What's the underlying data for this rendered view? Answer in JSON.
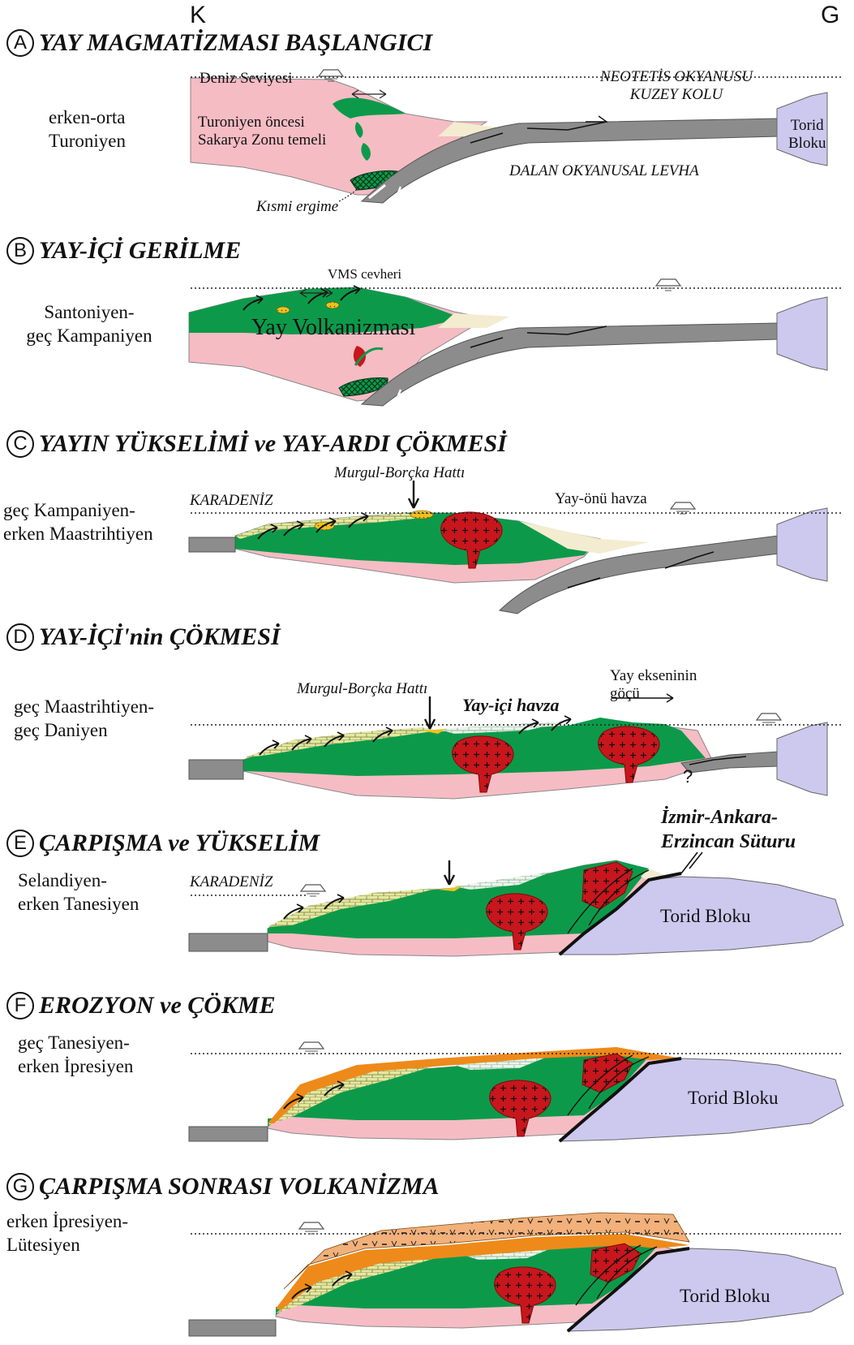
{
  "orientation": {
    "left": "K",
    "right": "G"
  },
  "colors": {
    "arc_volcanics": "#0c9a4a",
    "basement": "#f5bcc4",
    "oceanic_plate": "#8c8c8c",
    "torid_block": "#cdc8ee",
    "granitoid": "#c8161d",
    "carbonate": "#e2e8a0",
    "erosion_cover": "#ee8a1a",
    "post_collision_volcanics": "#f2b07a",
    "vms_ore": "#f0c020",
    "forearc_sediment": "#f3ecd0",
    "platform_carbonate": "#e6f5e6"
  },
  "icons": [
    "sea-level-triangle-icon",
    "double-arrow-icon",
    "fault-arrow-icon",
    "subduction-arrow-icon"
  ],
  "panels": [
    {
      "letter": "A",
      "title": "YAY MAGMATİZMASI BAŞLANGICI",
      "age": [
        "erken-orta",
        "Turoniyen"
      ],
      "labels": {
        "sea_level": "Deniz Seviyesi",
        "basement": [
          "Turoniyen öncesi",
          "Sakarya Zonu temeli"
        ],
        "ocean": [
          "NEOTETİS OKYANUSU",
          "KUZEY KOLU"
        ],
        "plate": "DALAN OKYANUSAL LEVHA",
        "melting": "Kısmi ergime",
        "torid": [
          "Torid",
          "Bloku"
        ]
      }
    },
    {
      "letter": "B",
      "title": "YAY-İÇİ GERİLME",
      "age": [
        "Santoniyen-",
        "geç Kampaniyen"
      ],
      "labels": {
        "ore": "VMS cevheri",
        "volcanism": "Yay Volkanizması"
      }
    },
    {
      "letter": "C",
      "title": "YAYIN YÜKSELİMİ ve YAY-ARDI ÇÖKMESİ",
      "age": [
        "geç Kampaniyen-",
        "erken Maastrihtiyen"
      ],
      "labels": {
        "line": "Murgul-Borçka Hattı",
        "sea": "KARADENİZ",
        "forearc": "Yay-önü havza"
      }
    },
    {
      "letter": "D",
      "title": "YAY-İÇİ'nin ÇÖKMESİ",
      "age": [
        "geç Maastrihtiyen-",
        "geç Daniyen"
      ],
      "labels": {
        "line": "Murgul-Borçka Hattı",
        "basin": "Yay-içi havza",
        "migration": [
          "Yay ekseninin",
          "göçü"
        ],
        "question": "?"
      }
    },
    {
      "letter": "E",
      "title": "ÇARPIŞMA ve YÜKSELİM",
      "age": [
        "Selandiyen-",
        "erken Tanesiyen"
      ],
      "labels": {
        "sea": "KARADENİZ",
        "suture": [
          "İzmir-Ankara-",
          "Erzincan Süturu"
        ],
        "torid": "Torid Bloku"
      }
    },
    {
      "letter": "F",
      "title": "EROZYON ve ÇÖKME",
      "age": [
        "geç Tanesiyen-",
        "erken İpresiyen"
      ],
      "labels": {
        "torid": "Torid Bloku"
      }
    },
    {
      "letter": "G",
      "title": "ÇARPIŞMA SONRASI VOLKANİZMA",
      "age": [
        "erken İpresiyen-",
        "Lütesiyen"
      ],
      "labels": {
        "torid": "Torid Bloku"
      }
    }
  ]
}
